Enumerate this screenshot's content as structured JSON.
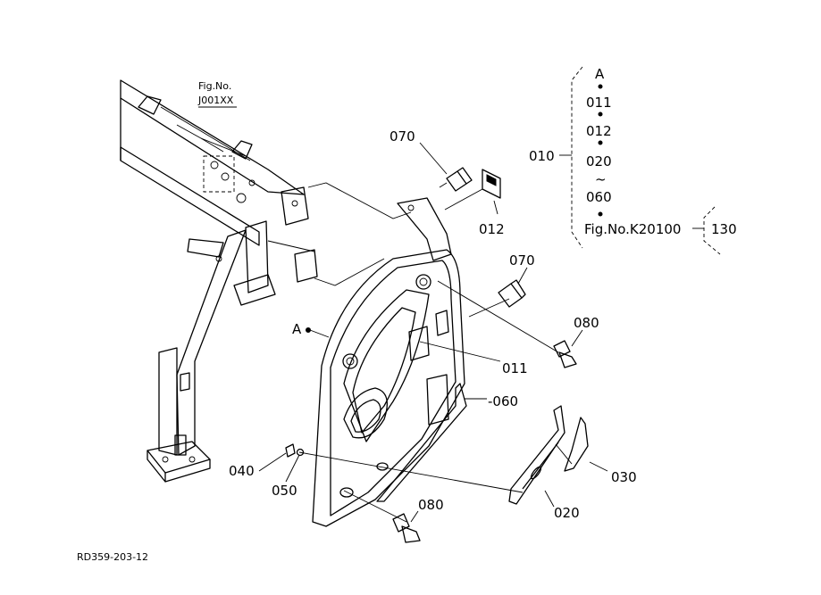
{
  "figure": {
    "ref_caption": "Fig.No.",
    "ref_number": "J001XX",
    "drawing_code": "RD359-203-12"
  },
  "callouts": {
    "p070_top": "070",
    "p012": "012",
    "p070_mid": "070",
    "p080_right": "080",
    "p011": "011",
    "p060": "-060",
    "pA": "A",
    "p040": "040",
    "p050": "050",
    "p080_bottom": "080",
    "p020": "020",
    "p030": "030"
  },
  "assembly": {
    "group_label": "010",
    "items": [
      "A",
      "011",
      "012",
      "020",
      "060"
    ],
    "range_mark": "~",
    "ref": "Fig.No.K20100",
    "ref_part": "130"
  }
}
